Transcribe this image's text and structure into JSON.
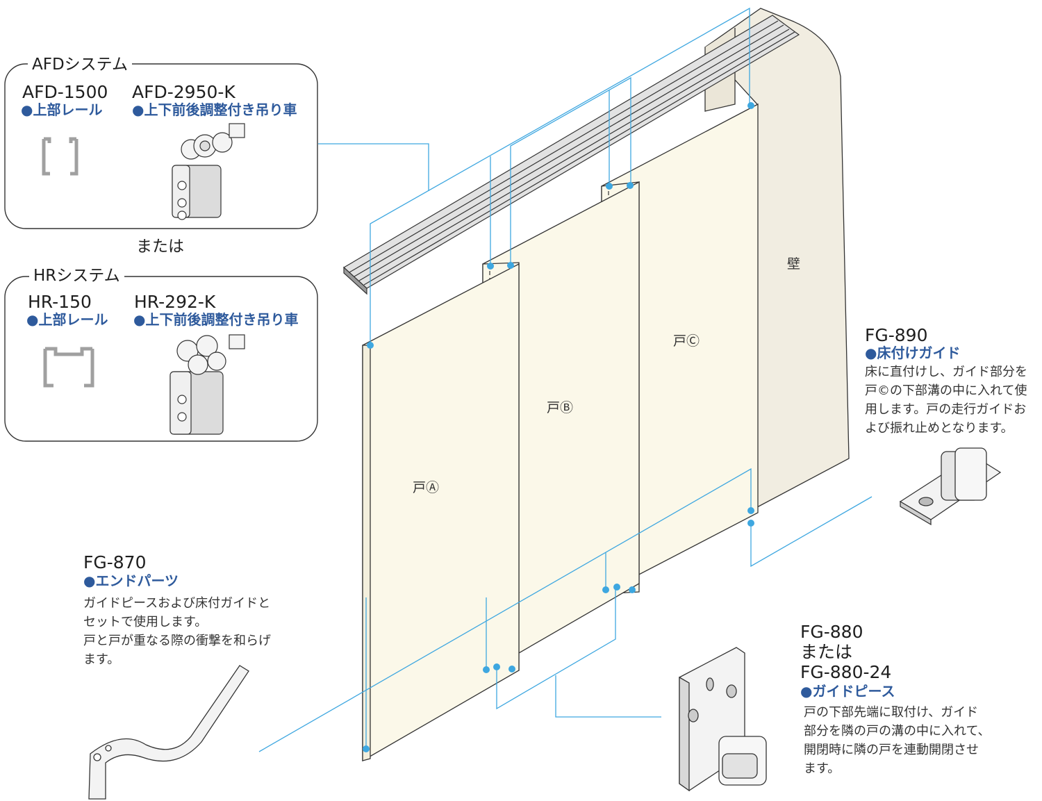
{
  "afd": {
    "title": "AFDシステム",
    "rail_model": "AFD-1500",
    "rail_name": "●上部レール",
    "hanger_model": "AFD-2950-K",
    "hanger_name": "●上下前後調整付き吊り車"
  },
  "or_text": "または",
  "hr": {
    "title": "HRシステム",
    "rail_model": "HR-150",
    "rail_name": "●上部レール",
    "hanger_model": "HR-292-K",
    "hanger_name": "●上下前後調整付き吊り車"
  },
  "wall_label": "壁",
  "doors": {
    "a": "戸Ⓐ",
    "b": "戸Ⓑ",
    "c": "戸Ⓒ"
  },
  "fg890": {
    "model": "FG-890",
    "name": "●床付けガイド",
    "desc": [
      "床に直付けし、ガイド部分を",
      "戸©の下部溝の中に入れて使",
      "用します。戸の走行ガイドお",
      "よび振れ止めとなります。"
    ]
  },
  "fg870": {
    "model": "FG-870",
    "name": "●エンドパーツ",
    "desc": [
      "ガイドピースおよび床付ガイドと",
      "セットで使用します。",
      "戸と戸が重なる際の衝撃を和らげ",
      "ます。"
    ]
  },
  "fg880": {
    "model_lines": [
      "FG-880",
      "または",
      "FG-880-24"
    ],
    "name": "●ガイドピース",
    "desc": [
      "戸の下部先端に取付け、ガイド",
      "部分を隣の戸の溝の中に入れて、",
      "開閉時に隣の戸を連動開閉させ",
      "ます。"
    ]
  },
  "colors": {
    "leader": "#3ea7e0",
    "door_fill": "#fbf8e9",
    "wall_fill": "#f1ede1",
    "label_blue": "#2e5a9c"
  }
}
